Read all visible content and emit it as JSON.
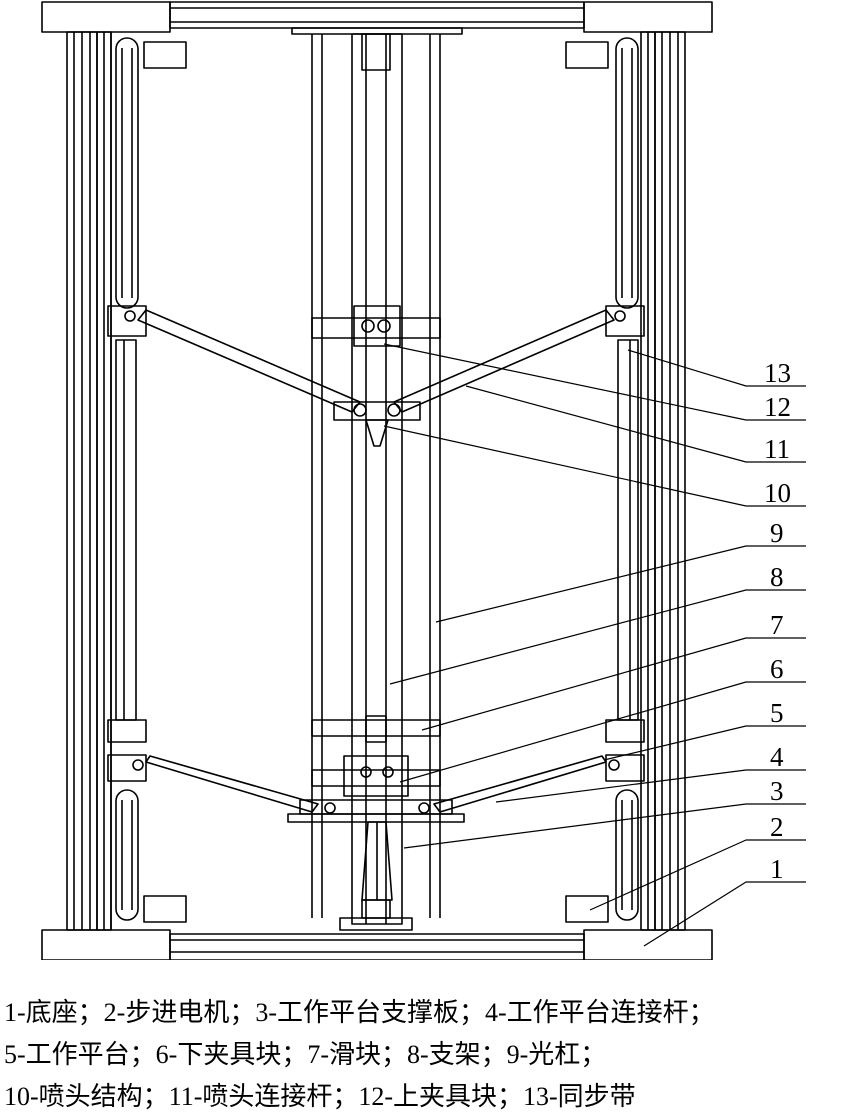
{
  "figure": {
    "callouts": [
      {
        "number": "13"
      },
      {
        "number": "12"
      },
      {
        "number": "11"
      },
      {
        "number": "10"
      },
      {
        "number": "9"
      },
      {
        "number": "8"
      },
      {
        "number": "7"
      },
      {
        "number": "6"
      },
      {
        "number": "5"
      },
      {
        "number": "4"
      },
      {
        "number": "3"
      },
      {
        "number": "2"
      },
      {
        "number": "1"
      }
    ]
  },
  "caption": {
    "lines": [
      "1-底座；2-步进电机；3-工作平台支撑板；4-工作平台连接杆；",
      "5-工作平台；6-下夹具块；7-滑块；8-支架；9-光杠；",
      "10-喷头结构；11-喷头连接杆；12-上夹具块；13-同步带"
    ]
  },
  "colors": {
    "line": "#000000",
    "background": "#ffffff"
  }
}
